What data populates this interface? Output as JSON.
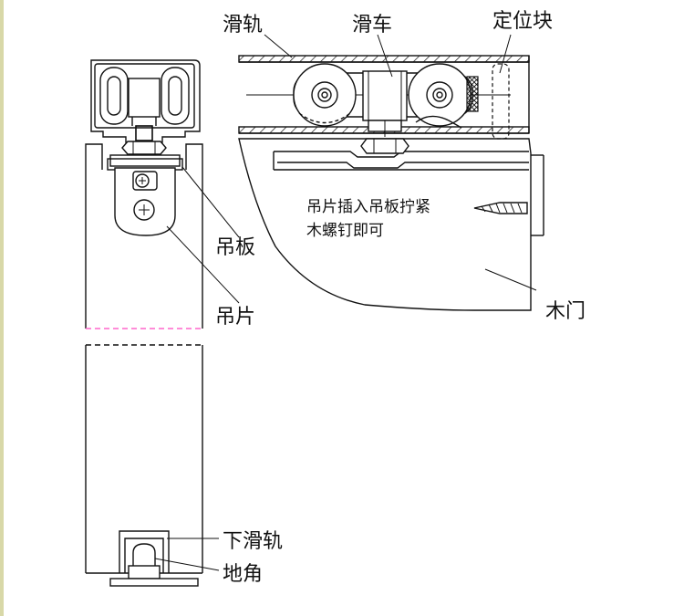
{
  "colors": {
    "frame_border": "#d8d8a8",
    "line": "#111111",
    "dash_accent": "#ff66cc"
  },
  "labels": {
    "top_rail": "滑轨",
    "trolley": "滑车",
    "stopper": "定位块",
    "hanging_plate": "吊板",
    "hanging_piece": "吊片",
    "note_line1": "吊片插入吊板拧紧",
    "note_line2": "木螺钉即可",
    "wood_door": "木门",
    "bottom_rail": "下滑轨",
    "floor_guide": "地角"
  }
}
